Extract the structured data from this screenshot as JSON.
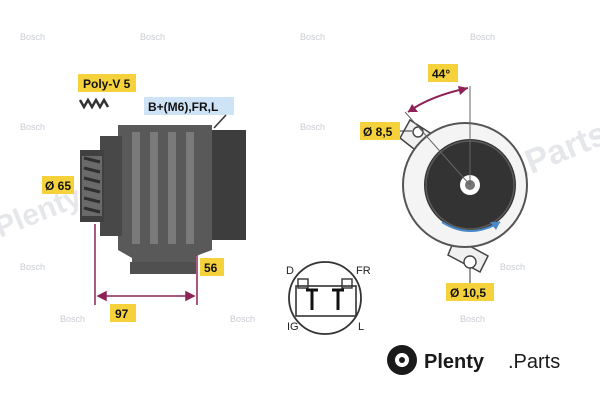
{
  "labels": {
    "belt": "Poly-V 5",
    "terminal": "B+(M6),FR,L",
    "pulley_diameter": "Ø 65",
    "height_dim": "56",
    "length_dim": "97",
    "angle": "44°",
    "hole_small": "Ø 8,5",
    "hole_large": "Ø 10,5"
  },
  "connector": {
    "d": "D",
    "fr": "FR",
    "ig": "IG",
    "l": "L"
  },
  "watermark": {
    "maker": "Bosch",
    "site": "Plenty.Parts"
  },
  "brand": {
    "name": "Plenty",
    "suffix": ".Parts"
  },
  "colors": {
    "label_bg": "#f5d23b",
    "terminal_bg": "#cfe3f6",
    "dim_line": "#8e2257",
    "body_dark": "#4a4a4a",
    "blue_arrow": "#4a88c8"
  }
}
